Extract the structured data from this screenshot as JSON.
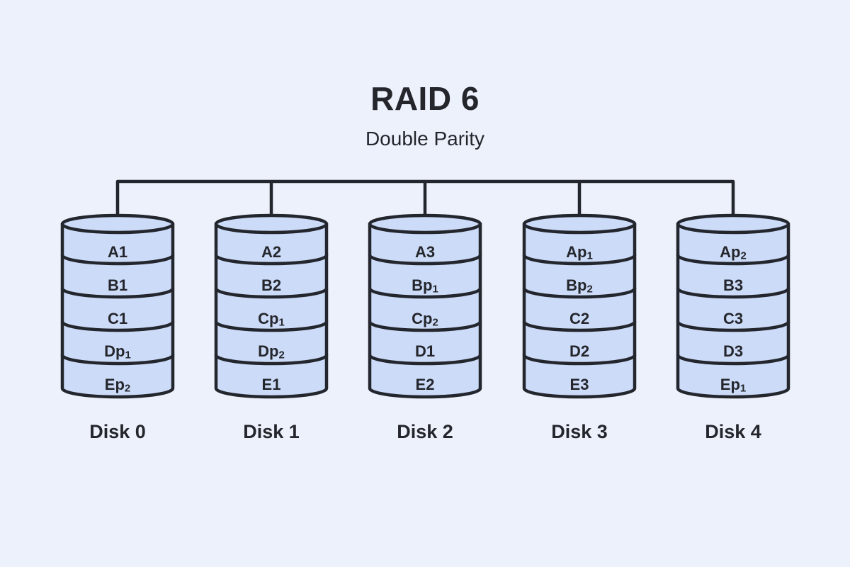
{
  "header": {
    "title": "RAID 6",
    "subtitle": "Double Parity"
  },
  "disks": [
    {
      "name": "Disk 0",
      "blocks": [
        {
          "base": "A1",
          "sub": ""
        },
        {
          "base": "B1",
          "sub": ""
        },
        {
          "base": "C1",
          "sub": ""
        },
        {
          "base": "Dp",
          "sub": "1"
        },
        {
          "base": "Ep",
          "sub": "2"
        }
      ]
    },
    {
      "name": "Disk 1",
      "blocks": [
        {
          "base": "A2",
          "sub": ""
        },
        {
          "base": "B2",
          "sub": ""
        },
        {
          "base": "Cp",
          "sub": "1"
        },
        {
          "base": "Dp",
          "sub": "2"
        },
        {
          "base": "E1",
          "sub": ""
        }
      ]
    },
    {
      "name": "Disk 2",
      "blocks": [
        {
          "base": "A3",
          "sub": ""
        },
        {
          "base": "Bp",
          "sub": "1"
        },
        {
          "base": "Cp",
          "sub": "2"
        },
        {
          "base": "D1",
          "sub": ""
        },
        {
          "base": "E2",
          "sub": ""
        }
      ]
    },
    {
      "name": "Disk 3",
      "blocks": [
        {
          "base": "Ap",
          "sub": "1"
        },
        {
          "base": "Bp",
          "sub": "2"
        },
        {
          "base": "C2",
          "sub": ""
        },
        {
          "base": "D2",
          "sub": ""
        },
        {
          "base": "E3",
          "sub": ""
        }
      ]
    },
    {
      "name": "Disk 4",
      "blocks": [
        {
          "base": "Ap",
          "sub": "2"
        },
        {
          "base": "B3",
          "sub": ""
        },
        {
          "base": "C3",
          "sub": ""
        },
        {
          "base": "D3",
          "sub": ""
        },
        {
          "base": "Ep",
          "sub": "1"
        }
      ]
    }
  ],
  "colors": {
    "background": "#edf1fc",
    "cylinder_fill": "#ccdbf8",
    "outline": "#23262d",
    "text": "#24262c"
  }
}
